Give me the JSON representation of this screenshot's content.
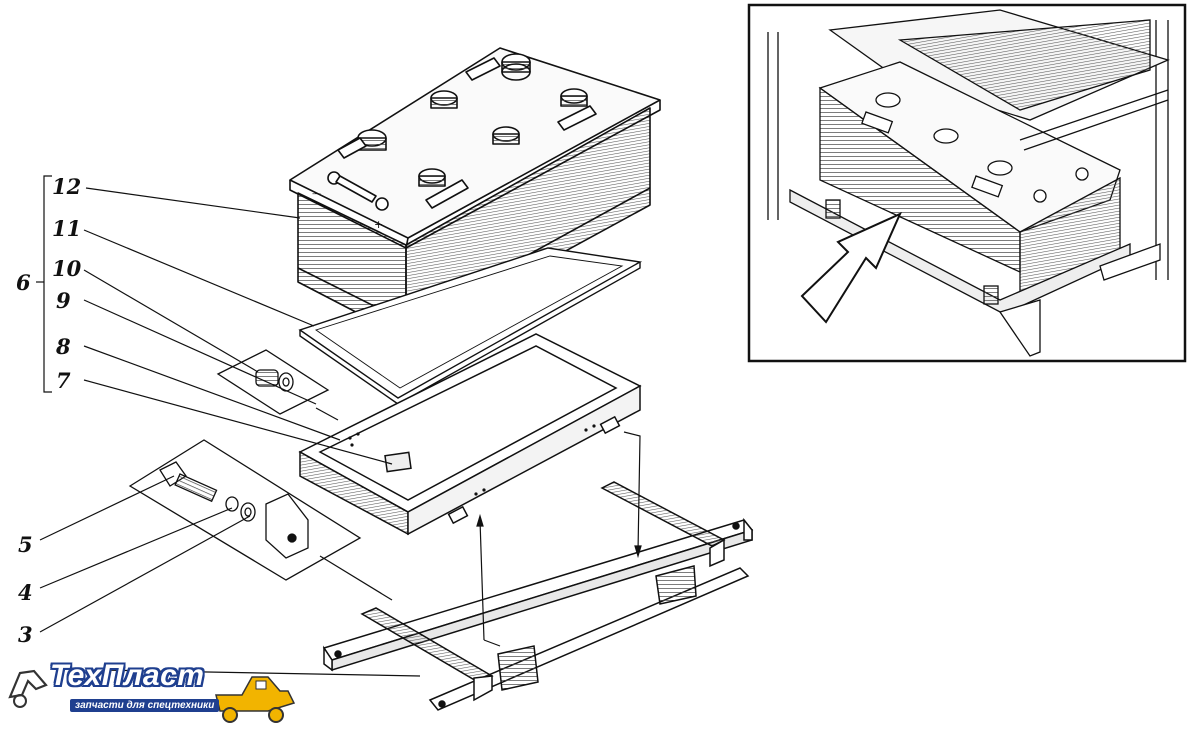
{
  "callouts": {
    "n12": "12",
    "n11": "11",
    "n10": "10",
    "n9": "9",
    "n8": "8",
    "n7": "7",
    "n6": "6",
    "n5": "5",
    "n4": "4",
    "n3": "3"
  },
  "logo": {
    "name": "ТехПласт",
    "tagline": "запчасти для спецтехники",
    "colors": {
      "primary": "#1f3f8f",
      "accent": "#f2b400"
    }
  }
}
